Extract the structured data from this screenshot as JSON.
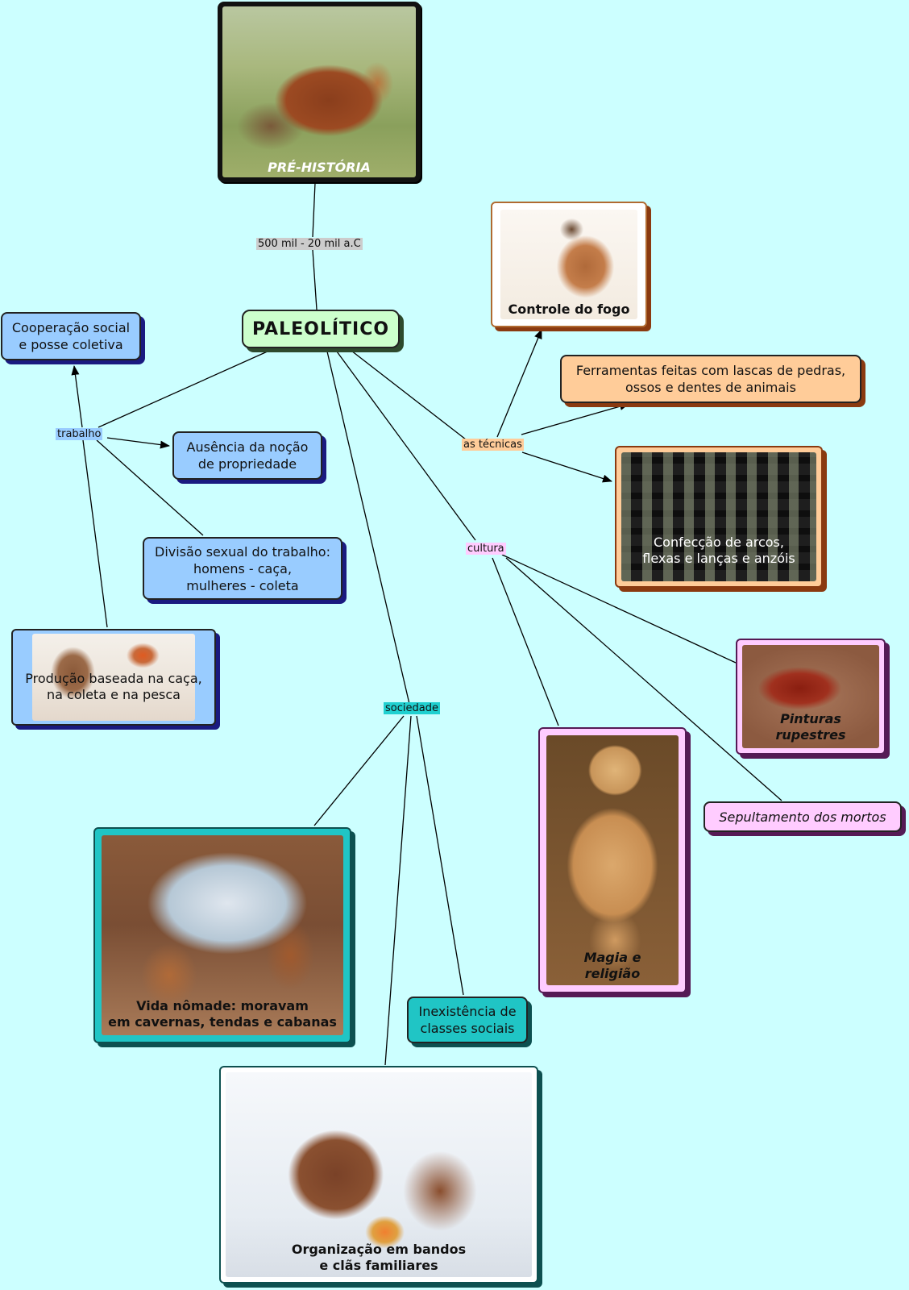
{
  "root": {
    "title": "PALEOLÍTICO"
  },
  "top_image": {
    "caption": "PRÉ-HISTÓRIA"
  },
  "period_label": "500 mil - 20 mil a.C",
  "linkers": {
    "trabalho": "trabalho",
    "tecnicas": "as técnicas",
    "cultura": "cultura",
    "sociedade": "sociedade"
  },
  "trabalho": {
    "cooperacao": "Cooperação social\ne posse coletiva",
    "ausencia": "Ausência da noção\nde propriedade",
    "divisao": "Divisão sexual do trabalho:\nhomens - caça,\nmulheres - coleta",
    "producao": "Produção baseada na caça,\nna coleta e na pesca"
  },
  "tecnicas": {
    "fogo": "Controle do fogo",
    "ferramentas": "Ferramentas feitas com lascas de pedras,\nossos e dentes de animais",
    "arcos": "Confecção de arcos,\nflexas e lanças e anzóis"
  },
  "cultura": {
    "pinturas": "Pinturas\nrupestres",
    "sepultamento": "Sepultamento dos mortos",
    "magia": "Magia e\nreligião"
  },
  "sociedade": {
    "nomade": "Vida nômade: moravam\nem cavernas, tendas e cabanas",
    "inexistencia": "Inexistência de\nclasses sociais",
    "organizacao": "Organização em bandos\ne clãs familiares"
  },
  "colors": {
    "background": "#ccffff",
    "trabalho": "#99ccff",
    "tecnicas": "#ffcc99",
    "cultura": "#ffccff",
    "sociedade": "#20c5c5",
    "root": "#ccffcc"
  }
}
